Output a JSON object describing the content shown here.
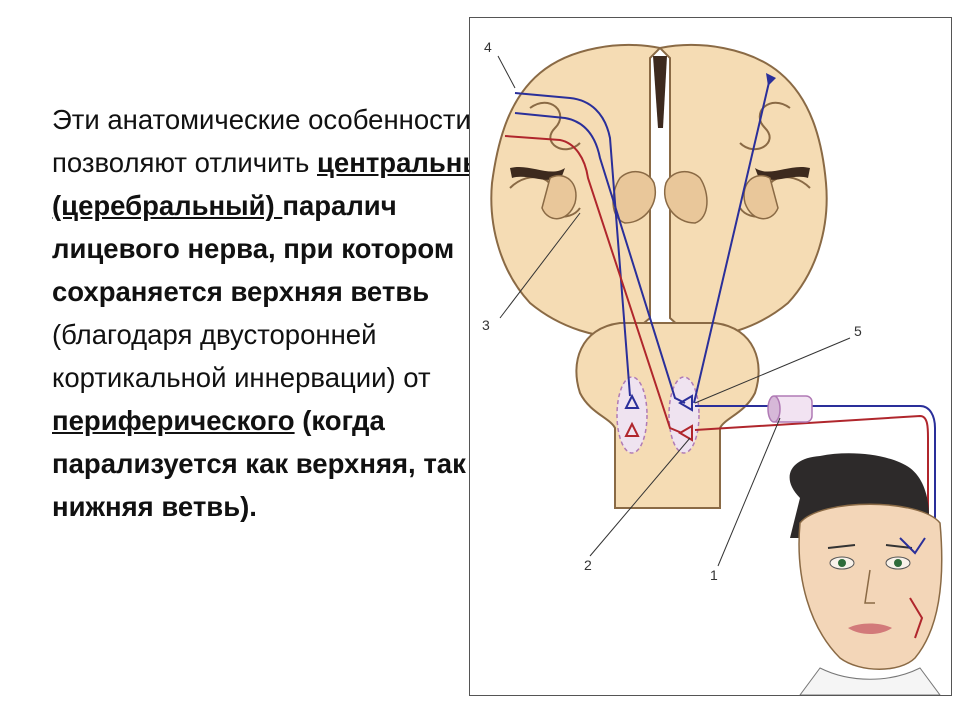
{
  "text": {
    "part1": "Эти анатомические особенности позволяют отличить ",
    "central": "центральный (церебральный) ",
    "part2": "паралич лицевого нерва, при котором сохраняется верхняя ветвь",
    "part3": " (благодаря двусторонней кортикальной иннервации) от ",
    "peripheral": "периферического",
    "part4": " (когда парализуется как верхняя, так и нижняя ветвь)."
  },
  "figure": {
    "labels": [
      "1",
      "2",
      "3",
      "4",
      "5"
    ]
  },
  "colors": {
    "brain_fill": "#f5dcb4",
    "brain_stroke": "#8a6a45",
    "blue_path": "#2a2f9a",
    "red_path": "#b0262c",
    "nucleus": "#d6b8d8"
  }
}
